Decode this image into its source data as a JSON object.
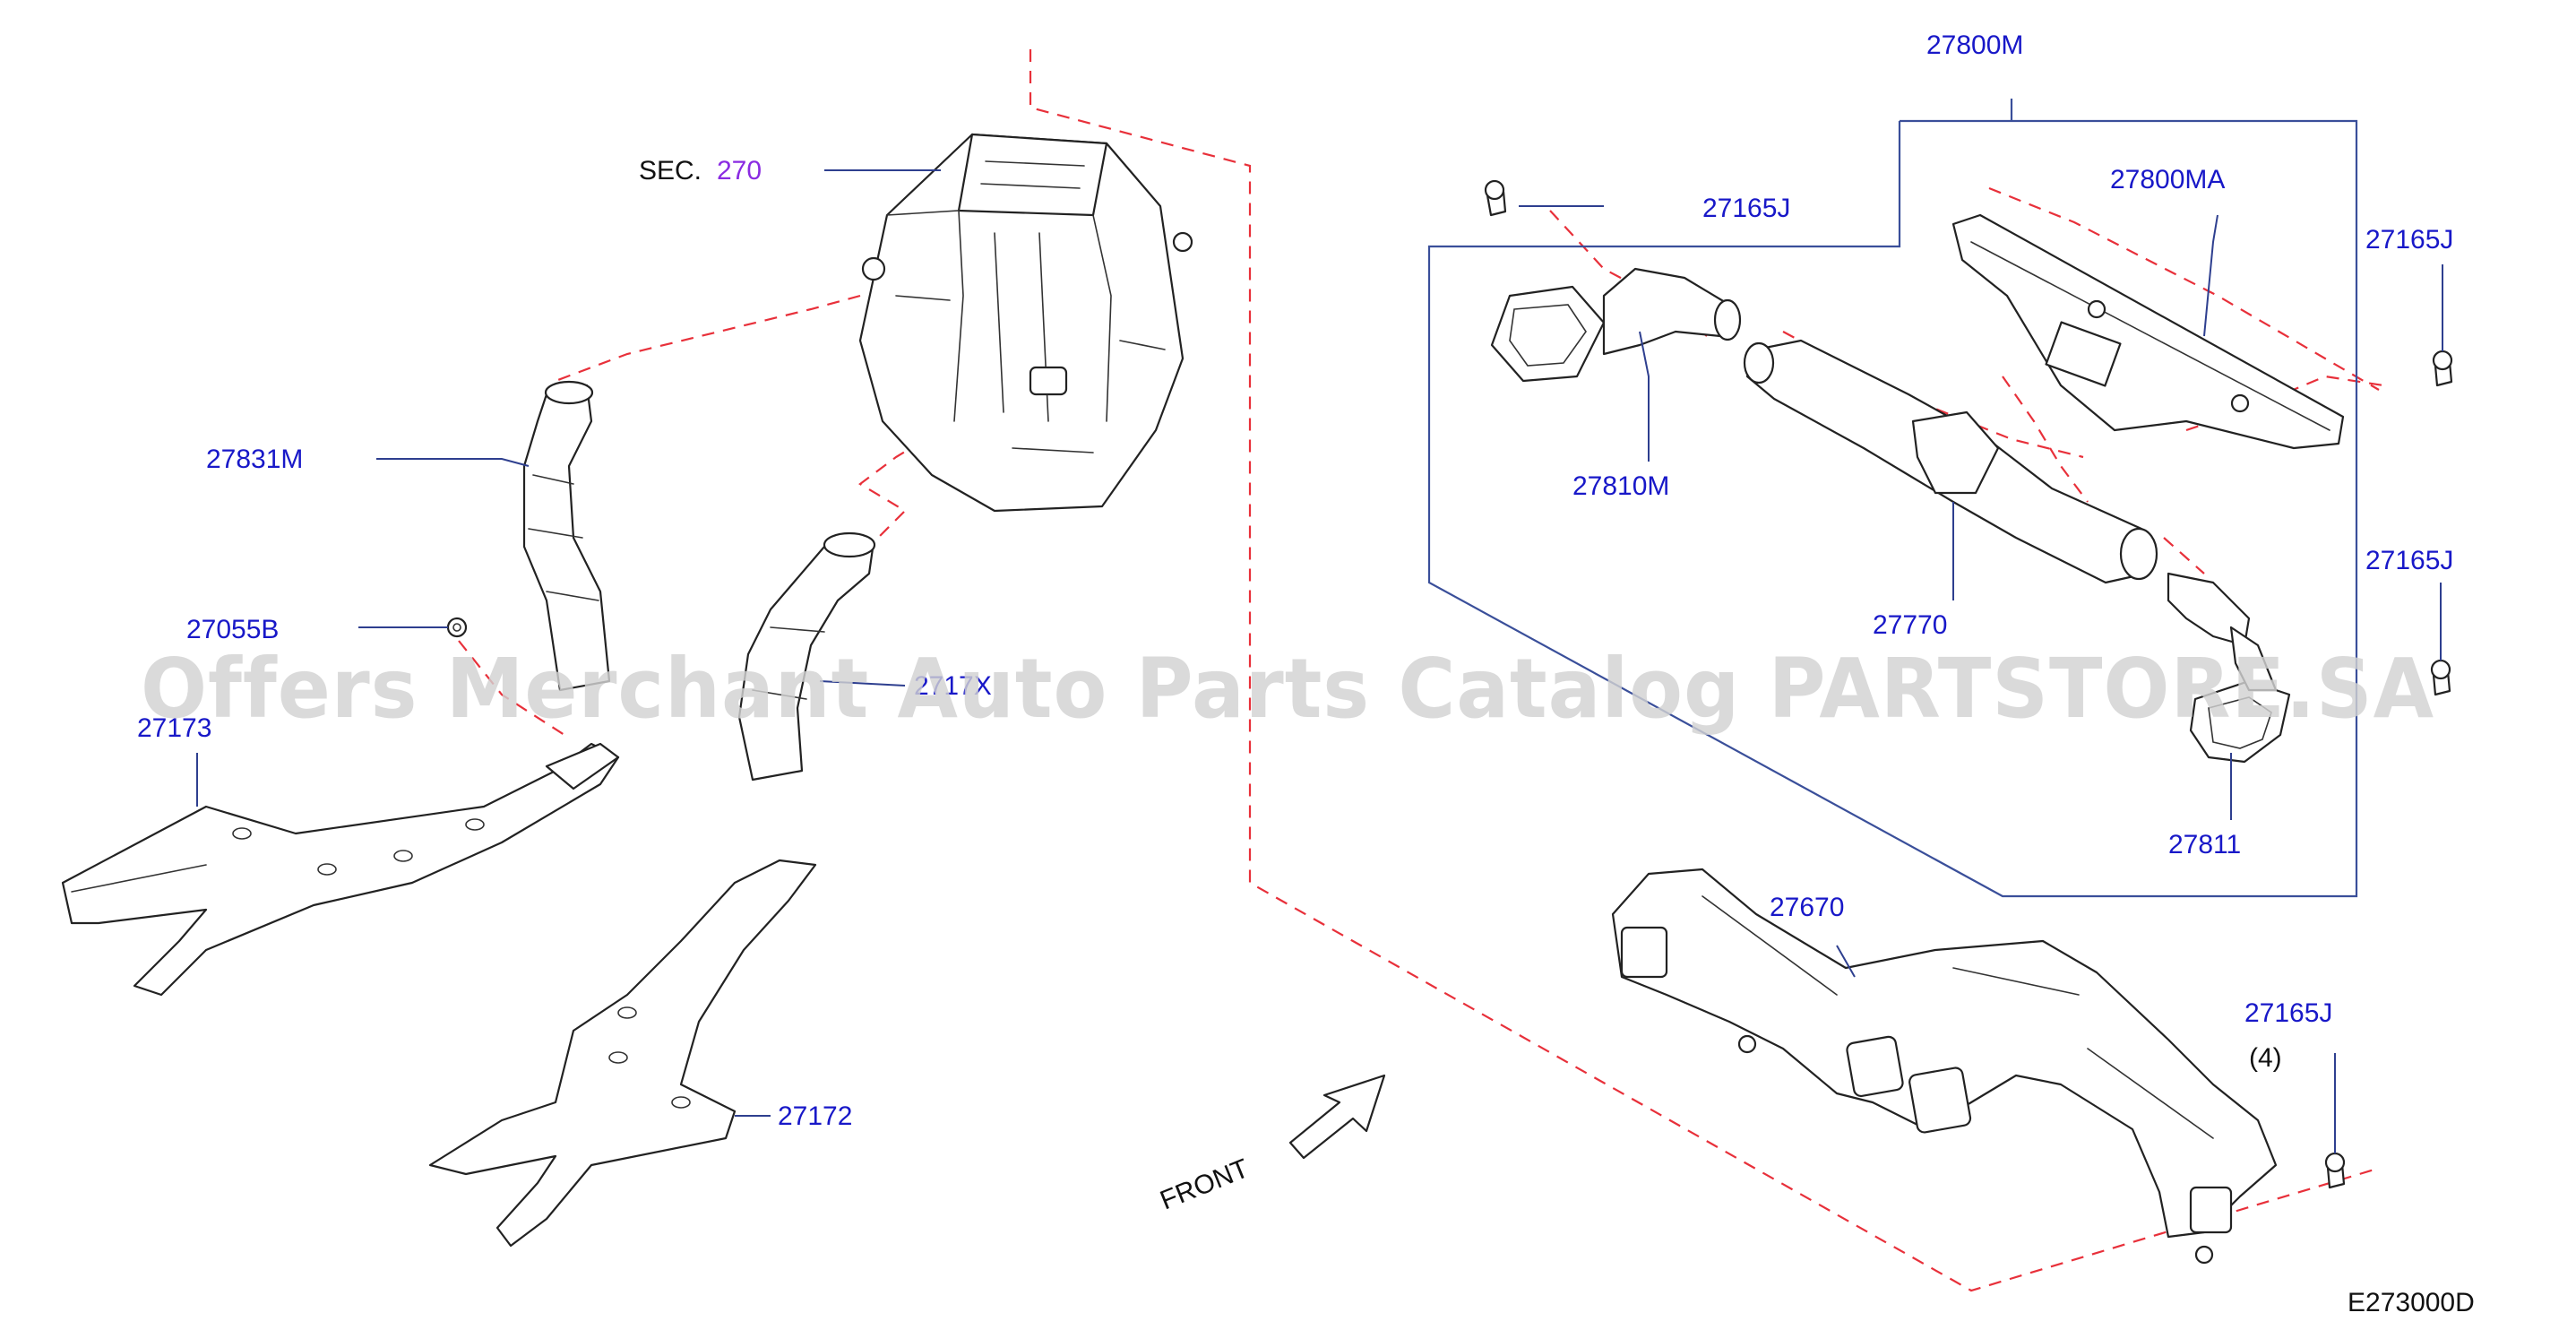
{
  "diagram": {
    "sec_prefix": "SEC.",
    "sec_number": "270",
    "callouts": {
      "p27800M": "27800M",
      "p27800MA": "27800MA",
      "p27165J_a": "27165J",
      "p27165J_b": "27165J",
      "p27165J_c": "27165J",
      "p27165J_d": "27165J",
      "qty_note": "(4)",
      "p27810M": "27810M",
      "p27770": "27770",
      "p27811": "27811",
      "p27670": "27670",
      "p27831M": "27831M",
      "p27055B": "27055B",
      "p27173": "27173",
      "p27171X": "2717X",
      "p27172": "27172"
    },
    "front_label": "FRONT",
    "diagram_code": "E273000D",
    "watermark": "Offers Merchant Auto Parts Catalog PARTSTORE.SA",
    "colors": {
      "part_number": "#1818c8",
      "phantom_line": "#e8303a",
      "leader_line": "#2e3f8f",
      "watermark": "#d2d2d2"
    }
  }
}
